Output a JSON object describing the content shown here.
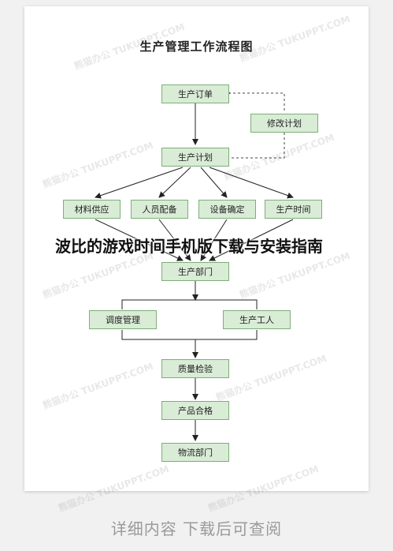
{
  "diagram": {
    "title": "生产管理工作流程图",
    "nodes": {
      "order": "生产订单",
      "revise": "修改计划",
      "plan": "生产计划",
      "material": "材料供应",
      "staff": "人员配备",
      "equipment": "设备确定",
      "time": "生产时间",
      "dept": "生产部门",
      "dispatch": "调度管理",
      "workers": "生产工人",
      "qc": "质量检验",
      "qualified": "产品合格",
      "logistics": "物流部门"
    }
  },
  "overlay": {
    "headline": "波比的游戏时间手机版下载与安装指南"
  },
  "watermark": {
    "text": "熊猫办公 TUKUPPT.COM"
  },
  "footer": {
    "text": "详细内容 下载后可查阅"
  }
}
